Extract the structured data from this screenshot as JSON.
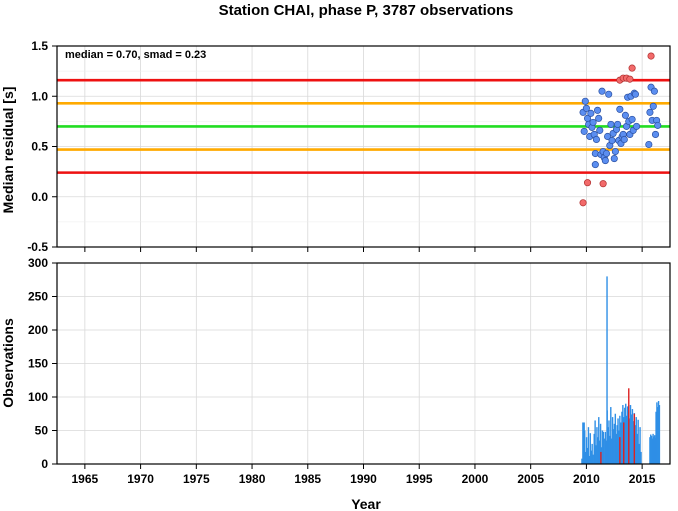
{
  "title": "Station CHAI, phase P, 3787 observations",
  "annotation": "median = 0.70, smad = 0.23",
  "colors": {
    "red": "#ee1111",
    "orange": "#ffaa00",
    "green": "#22dd22",
    "inlier": "#5b8ef0",
    "outlier": "#f26a6a",
    "bar": "#2f8fe6",
    "bar_highlight": "#dd2222"
  },
  "chart_data": [
    {
      "type": "scatter",
      "ylabel": "Median residual [s]",
      "xlim": [
        1962.5,
        2017.5
      ],
      "ylim": [
        -0.5,
        1.5
      ],
      "yticks": [
        "-0.5",
        "0.0",
        "0.5",
        "1.0",
        "1.5"
      ],
      "hlines": [
        {
          "y": 1.16,
          "color": "red"
        },
        {
          "y": 0.93,
          "color": "orange"
        },
        {
          "y": 0.7,
          "color": "green"
        },
        {
          "y": 0.47,
          "color": "orange"
        },
        {
          "y": 0.24,
          "color": "red"
        }
      ],
      "points": [
        [
          2009.7,
          -0.06,
          1
        ],
        [
          2010.1,
          0.14,
          1
        ],
        [
          2011.5,
          0.13,
          1
        ],
        [
          2013.0,
          1.16,
          1
        ],
        [
          2013.3,
          1.18,
          1
        ],
        [
          2013.6,
          1.18,
          1
        ],
        [
          2013.9,
          1.17,
          1
        ],
        [
          2014.1,
          1.28,
          1
        ],
        [
          2015.8,
          1.4,
          1
        ],
        [
          2009.7,
          0.84,
          0
        ],
        [
          2009.8,
          0.65,
          0
        ],
        [
          2009.9,
          0.95,
          0
        ],
        [
          2010.0,
          0.88,
          0
        ],
        [
          2010.1,
          0.78,
          0
        ],
        [
          2010.2,
          0.72,
          0
        ],
        [
          2010.3,
          0.6,
          0
        ],
        [
          2010.4,
          0.83,
          0
        ],
        [
          2010.5,
          0.69,
          0
        ],
        [
          2010.6,
          0.74,
          0
        ],
        [
          2010.7,
          0.62,
          0
        ],
        [
          2010.8,
          0.43,
          0
        ],
        [
          2010.8,
          0.32,
          0
        ],
        [
          2010.9,
          0.57,
          0
        ],
        [
          2011.0,
          0.86,
          0
        ],
        [
          2011.1,
          0.78,
          0
        ],
        [
          2011.2,
          0.66,
          0
        ],
        [
          2011.3,
          0.42,
          0
        ],
        [
          2011.4,
          1.05,
          0
        ],
        [
          2011.5,
          0.45,
          0
        ],
        [
          2011.6,
          0.39,
          0
        ],
        [
          2011.7,
          0.36,
          0
        ],
        [
          2011.8,
          0.43,
          0
        ],
        [
          2011.9,
          0.6,
          0
        ],
        [
          2012.0,
          1.02,
          0
        ],
        [
          2012.1,
          0.51,
          0
        ],
        [
          2012.2,
          0.72,
          0
        ],
        [
          2012.3,
          0.56,
          0
        ],
        [
          2012.4,
          0.63,
          0
        ],
        [
          2012.5,
          0.38,
          0
        ],
        [
          2012.6,
          0.45,
          0
        ],
        [
          2012.7,
          0.67,
          0
        ],
        [
          2012.8,
          0.72,
          0
        ],
        [
          2012.9,
          0.56,
          0
        ],
        [
          2013.0,
          0.87,
          0
        ],
        [
          2013.1,
          0.53,
          0
        ],
        [
          2013.2,
          0.6,
          0
        ],
        [
          2013.3,
          0.62,
          0
        ],
        [
          2013.4,
          0.57,
          0
        ],
        [
          2013.5,
          0.81,
          0
        ],
        [
          2013.6,
          0.7,
          0
        ],
        [
          2013.7,
          0.99,
          0
        ],
        [
          2013.8,
          0.75,
          0
        ],
        [
          2013.9,
          0.62,
          0
        ],
        [
          2014.0,
          1.0,
          0
        ],
        [
          2014.1,
          0.77,
          0
        ],
        [
          2014.2,
          0.66,
          0
        ],
        [
          2014.3,
          1.03,
          0
        ],
        [
          2014.4,
          1.02,
          0
        ],
        [
          2014.5,
          0.7,
          0
        ],
        [
          2015.6,
          0.52,
          0
        ],
        [
          2015.7,
          0.84,
          0
        ],
        [
          2015.8,
          1.09,
          0
        ],
        [
          2015.9,
          0.76,
          0
        ],
        [
          2016.0,
          0.9,
          0
        ],
        [
          2016.1,
          1.05,
          0
        ],
        [
          2016.2,
          0.62,
          0
        ],
        [
          2016.3,
          0.76,
          0
        ],
        [
          2016.4,
          0.71,
          0
        ]
      ]
    },
    {
      "type": "bar",
      "xlabel": "Year",
      "ylabel": "Observations",
      "xlim": [
        1962.5,
        2017.5
      ],
      "ylim": [
        0,
        300
      ],
      "xticks": [
        "1965",
        "1970",
        "1975",
        "1980",
        "1985",
        "1990",
        "1995",
        "2000",
        "2005",
        "2010",
        "2015"
      ],
      "yticks": [
        "0",
        "50",
        "100",
        "150",
        "200",
        "250",
        "300"
      ],
      "segments": [
        {
          "from": 2009.6,
          "to": 2010.6,
          "heights": [
            8,
            62,
            30,
            50,
            18,
            40,
            24,
            55,
            12,
            46,
            20,
            30,
            14
          ]
        },
        {
          "from": 2010.7,
          "to": 2011.6,
          "heights": [
            45,
            65,
            28,
            55,
            40,
            70,
            35,
            60,
            25,
            50,
            48,
            38
          ]
        },
        {
          "from": 2011.7,
          "to": 2013.0,
          "heights": [
            48,
            35,
            80,
            55,
            65,
            42,
            85,
            38,
            70,
            52,
            60,
            75,
            45,
            58,
            68,
            50,
            72
          ]
        },
        {
          "from": 2013.1,
          "to": 2014.9,
          "heights": [
            62,
            78,
            88,
            70,
            84,
            90,
            72,
            86,
            80,
            68,
            88,
            74,
            82,
            64,
            76,
            58,
            70,
            45,
            66,
            30,
            55,
            18
          ]
        },
        {
          "from": 2015.7,
          "to": 2016.2,
          "heights": [
            40,
            44,
            42,
            38,
            45,
            41,
            43,
            39
          ]
        },
        {
          "from": 2016.25,
          "to": 2016.55,
          "heights": [
            78,
            92,
            85,
            94,
            88
          ]
        }
      ],
      "spikes": [
        {
          "x": 2011.85,
          "value": 280,
          "color": "bar"
        },
        {
          "x": 2009.8,
          "value": 62,
          "color": "bar"
        },
        {
          "x": 2013.35,
          "value": 62,
          "color": "bar_highlight"
        },
        {
          "x": 2013.8,
          "value": 113,
          "color": "bar_highlight"
        },
        {
          "x": 2014.3,
          "value": 75,
          "color": "bar_highlight"
        },
        {
          "x": 2013.0,
          "value": 40,
          "color": "bar_highlight"
        },
        {
          "x": 2011.3,
          "value": 18,
          "color": "bar_highlight"
        }
      ]
    }
  ]
}
